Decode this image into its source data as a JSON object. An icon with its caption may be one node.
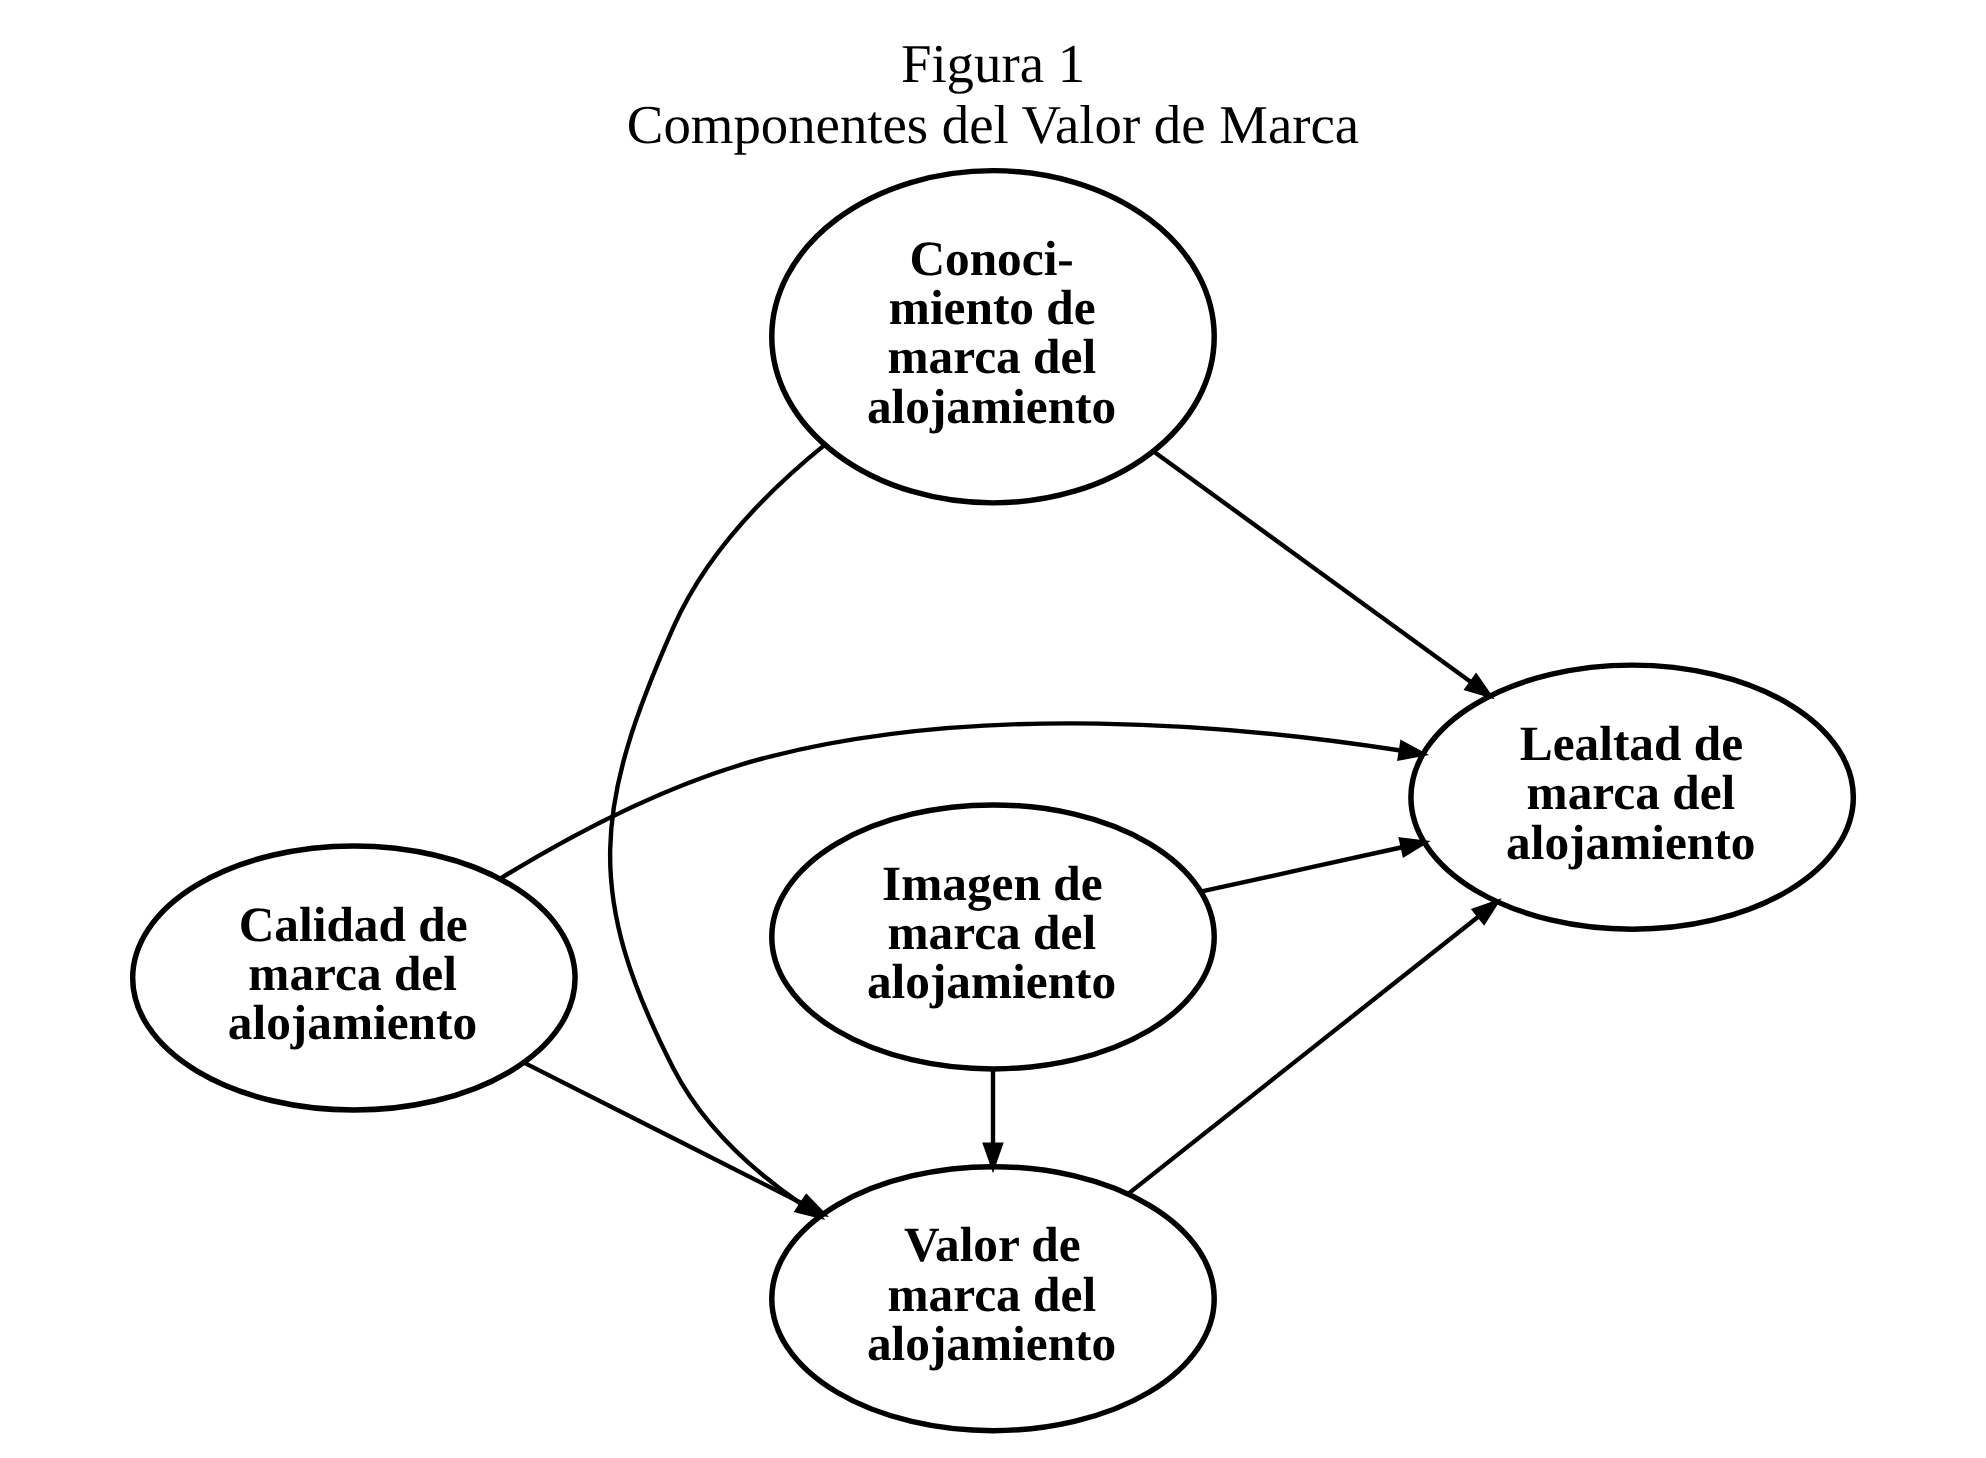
{
  "diagram": {
    "title": "Figura 1",
    "caption": "Componentes del Valor de Marca",
    "nodes": [
      {
        "text": [
          "Conoci- miento de marca del alojamiento"
        ]
      },
      {
        "text": [
          "Calidad de marca del alojamiento"
        ]
      },
      {
        "text": [
          "Valor de marca del alojamiento"
        ]
      },
      {
        "text": [
          "Lealtad de marca del alojamiento"
        ]
      },
      {
        "text": [
          "Imagen de marca del alojamiento"
        ]
      }
    ],
    "edges": [
      {
        "from": 0,
        "to": 2,
        "arrow": "to"
      },
      {
        "from": 0,
        "to": 3,
        "arrow": "to"
      },
      {
        "from": 1,
        "to": 2,
        "arrow": "to"
      },
      {
        "from": 2,
        "to": 3,
        "arrow": "to"
      },
      {
        "from": 4,
        "to": 2,
        "arrow": "to"
      },
      {
        "from": 4,
        "to": 3,
        "arrow": "to"
      },
      {
        "from": 1,
        "to": 3,
        "arrow": "to"
      }
    ]
  }
}
